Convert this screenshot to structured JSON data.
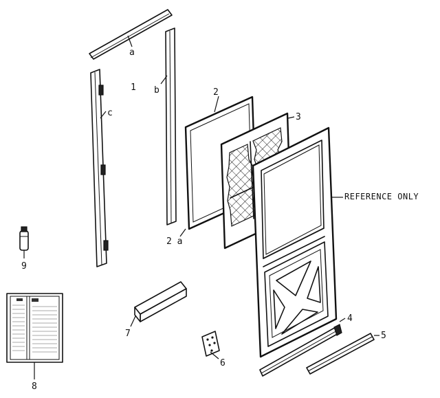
{
  "labels": {
    "part_a": "a",
    "part_b": "b",
    "part_c": "c",
    "part_1": "1",
    "part_2": "2",
    "part_2a": "2 a",
    "part_3": "3",
    "part_4": "4",
    "part_5": "5",
    "part_6": "6",
    "part_7": "7",
    "part_8": "8",
    "part_9": "9",
    "door_note": "REFERENCE ONLY"
  }
}
